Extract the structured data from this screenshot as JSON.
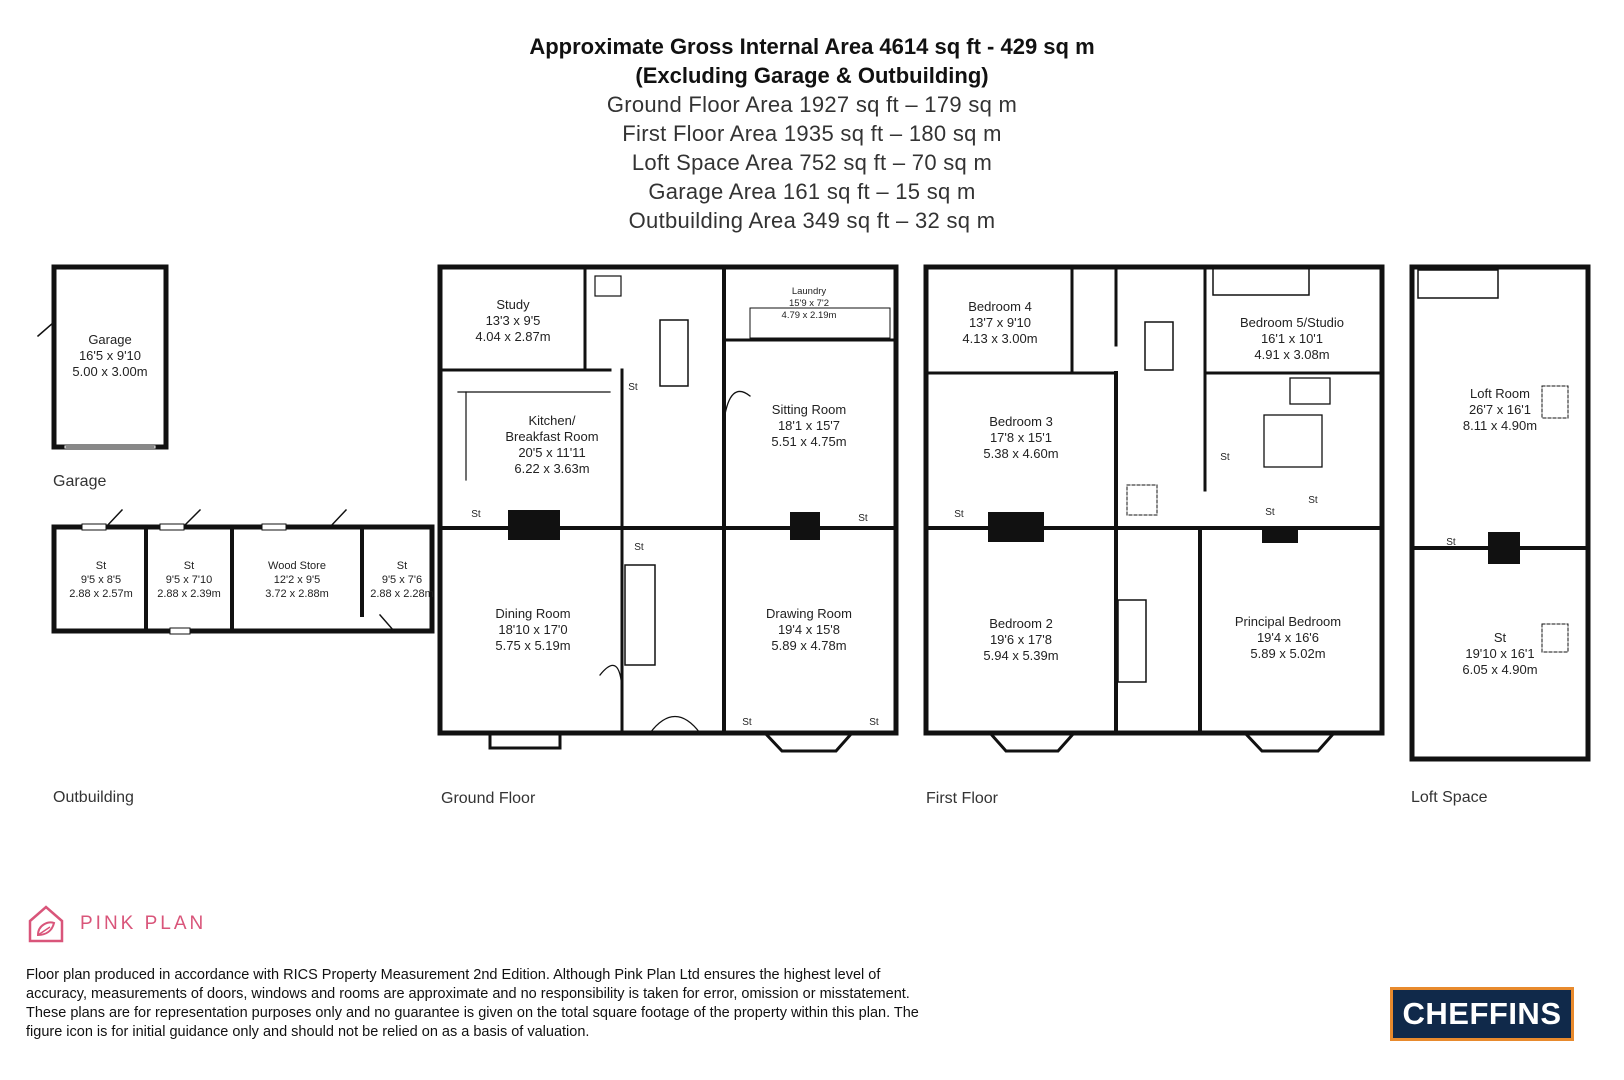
{
  "header": {
    "gross_area": "Approximate Gross Internal Area 4614 sq ft - 429 sq m",
    "excluding": "(Excluding Garage & Outbuilding)",
    "ground": "Ground Floor Area 1927 sq ft – 179 sq m",
    "first": "First Floor Area 1935 sq ft – 180 sq m",
    "loft": "Loft Space Area 752 sq ft – 70 sq m",
    "garage": "Garage Area 161 sq ft – 15 sq m",
    "outbuilding": "Outbuilding Area 349 sq ft – 32 sq m"
  },
  "sections": {
    "garage": "Garage",
    "outbuilding": "Outbuilding",
    "ground": "Ground Floor",
    "first": "First Floor",
    "loft": "Loft Space"
  },
  "rooms": {
    "garage": {
      "name": "Garage",
      "imp": "16'5 x 9'10",
      "met": "5.00 x 3.00m"
    },
    "out_st1": {
      "name": "St",
      "imp": "9'5 x 8'5",
      "met": "2.88 x 2.57m"
    },
    "out_st2": {
      "name": "St",
      "imp": "9'5 x 7'10",
      "met": "2.88 x 2.39m"
    },
    "wood_store": {
      "name": "Wood Store",
      "imp": "12'2 x 9'5",
      "met": "3.72 x 2.88m"
    },
    "out_st3": {
      "name": "St",
      "imp": "9'5 x 7'6",
      "met": "2.88 x 2.28m"
    },
    "study": {
      "name": "Study",
      "imp": "13'3 x 9'5",
      "met": "4.04 x 2.87m"
    },
    "laundry": {
      "name": "Laundry",
      "imp": "15'9 x 7'2",
      "met": "4.79 x 2.19m"
    },
    "kitchen": {
      "name1": "Kitchen/",
      "name2": "Breakfast Room",
      "imp": "20'5 x 11'11",
      "met": "6.22 x 3.63m"
    },
    "sitting": {
      "name": "Sitting Room",
      "imp": "18'1 x 15'7",
      "met": "5.51 x 4.75m"
    },
    "dining": {
      "name": "Dining Room",
      "imp": "18'10 x 17'0",
      "met": "5.75 x 5.19m"
    },
    "drawing": {
      "name": "Drawing Room",
      "imp": "19'4 x 15'8",
      "met": "5.89 x 4.78m"
    },
    "bed4": {
      "name": "Bedroom 4",
      "imp": "13'7 x 9'10",
      "met": "4.13 x 3.00m"
    },
    "bed5": {
      "name": "Bedroom 5/Studio",
      "imp": "16'1 x 10'1",
      "met": "4.91 x 3.08m"
    },
    "bed3": {
      "name": "Bedroom 3",
      "imp": "17'8 x 15'1",
      "met": "5.38 x 4.60m"
    },
    "bed2": {
      "name": "Bedroom 2",
      "imp": "19'6 x 17'8",
      "met": "5.94 x 5.39m"
    },
    "principal": {
      "name": "Principal Bedroom",
      "imp": "19'4 x 16'6",
      "met": "5.89 x 5.02m"
    },
    "loft_room": {
      "name": "Loft Room",
      "imp": "26'7 x 16'1",
      "met": "8.11 x 4.90m"
    },
    "loft_st": {
      "name": "St",
      "imp": "19'10 x 16'1",
      "met": "6.05 x 4.90m"
    }
  },
  "st_label": "St",
  "footer": {
    "brand": "PINK PLAN",
    "disclaimer": "Floor plan produced in accordance with RICS Property Measurement 2nd Edition. Although Pink Plan Ltd ensures the highest level of accuracy, measurements of doors, windows and rooms are approximate and no responsibility is taken for error, omission or misstatement. These plans are for representation purposes only and no guarantee is given on the total square footage of the property within this plan. The figure icon is for initial guidance only and should not be relied on as a basis of valuation.",
    "agent": "CHEFFINS"
  },
  "colors": {
    "brand_pink": "#d9557a",
    "agent_navy": "#10294a",
    "agent_orange": "#e88a2d",
    "wall": "#111111"
  }
}
